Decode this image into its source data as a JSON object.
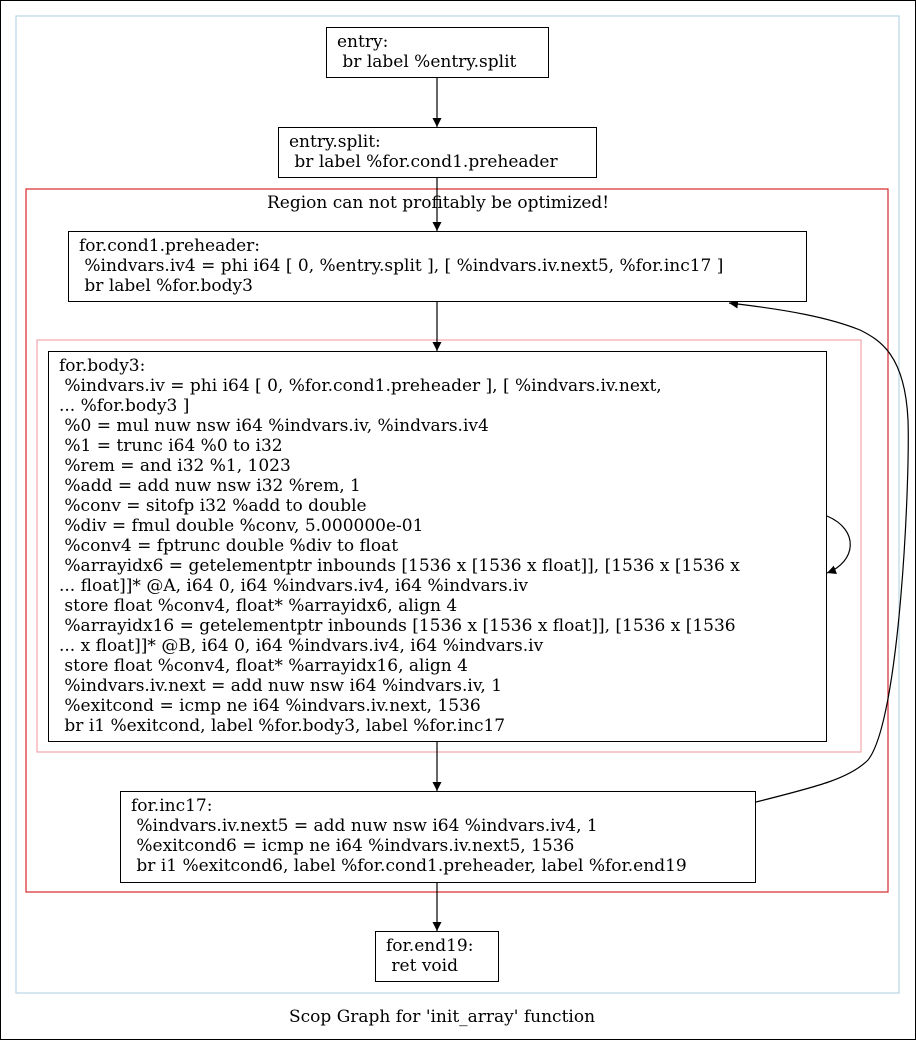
{
  "caption": "Scop Graph for 'init_array' function",
  "region_label": "Region can not profitably be optimized!",
  "colors": {
    "outer_cluster": "#b9d4e6",
    "region_cluster": "#d62728",
    "loop_cluster": "#f4a6ae",
    "edges": "#000000"
  },
  "nodes": {
    "entry": "entry:\n br label %entry.split",
    "entry_split": "entry.split:\n br label %for.cond1.preheader",
    "for_cond1_preheader": "for.cond1.preheader:\n %indvars.iv4 = phi i64 [ 0, %entry.split ], [ %indvars.iv.next5, %for.inc17 ]\n br label %for.body3",
    "for_body3": "for.body3:\n %indvars.iv = phi i64 [ 0, %for.cond1.preheader ], [ %indvars.iv.next,\n... %for.body3 ]\n %0 = mul nuw nsw i64 %indvars.iv, %indvars.iv4\n %1 = trunc i64 %0 to i32\n %rem = and i32 %1, 1023\n %add = add nuw nsw i32 %rem, 1\n %conv = sitofp i32 %add to double\n %div = fmul double %conv, 5.000000e-01\n %conv4 = fptrunc double %div to float\n %arrayidx6 = getelementptr inbounds [1536 x [1536 x float]], [1536 x [1536 x\n... float]]* @A, i64 0, i64 %indvars.iv4, i64 %indvars.iv\n store float %conv4, float* %arrayidx6, align 4\n %arrayidx16 = getelementptr inbounds [1536 x [1536 x float]], [1536 x [1536\n... x float]]* @B, i64 0, i64 %indvars.iv4, i64 %indvars.iv\n store float %conv4, float* %arrayidx16, align 4\n %indvars.iv.next = add nuw nsw i64 %indvars.iv, 1\n %exitcond = icmp ne i64 %indvars.iv.next, 1536\n br i1 %exitcond, label %for.body3, label %for.inc17",
    "for_inc17": "for.inc17:\n %indvars.iv.next5 = add nuw nsw i64 %indvars.iv4, 1\n %exitcond6 = icmp ne i64 %indvars.iv.next5, 1536\n br i1 %exitcond6, label %for.cond1.preheader, label %for.end19",
    "for_end19": "for.end19:\n ret void"
  }
}
